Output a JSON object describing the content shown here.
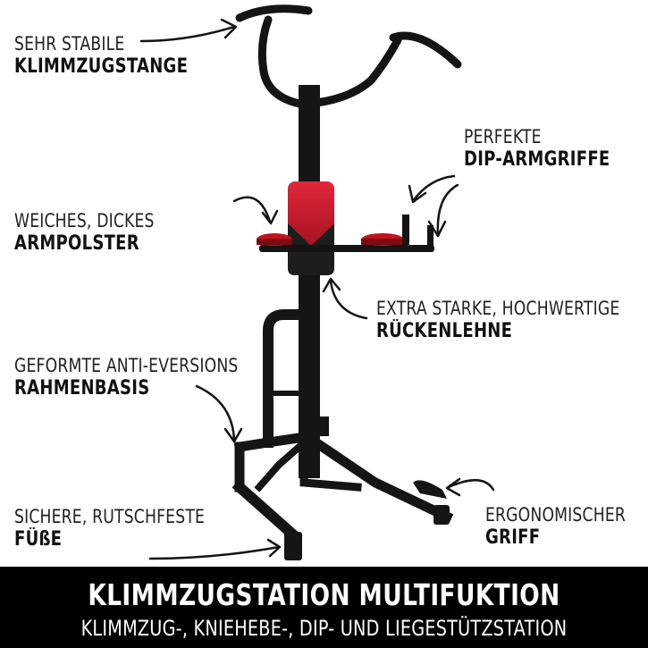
{
  "callouts": {
    "pullup_bar": {
      "line1": "SEHR STABILE",
      "line2": "KLIMMZUGSTANGE"
    },
    "dip_grips": {
      "line1": "PERFEKTE",
      "line2": "DIP-ARMGRIFFE"
    },
    "arm_pad": {
      "line1": "WEICHES, DICKES",
      "line2": "ARMPOLSTER"
    },
    "backrest": {
      "line1": "EXTRA STARKE, HOCHWERTIGE",
      "line2": "RÜCKENLEHNE"
    },
    "frame_base": {
      "line1": "GEFORMTE ANTI-EVERSIONS",
      "line2": "RAHMENBASIS"
    },
    "feet": {
      "line1": "SICHERE, RUTSCHFESTE",
      "line2": "FÜßE"
    },
    "grip": {
      "line1": "ERGONOMISCHER",
      "line2": "GRIFF"
    }
  },
  "banner": {
    "title": "KLIMMZUGSTATION MULTIFUKTION",
    "subtitle": "KLIMMZUG-, KNIEHEBE-, DIP- UND LIEGESTÜTZSTATION"
  },
  "colors": {
    "frame": "#111111",
    "pad_red": "#c1121f",
    "banner_bg": "#000000",
    "banner_text": "#ffffff"
  }
}
